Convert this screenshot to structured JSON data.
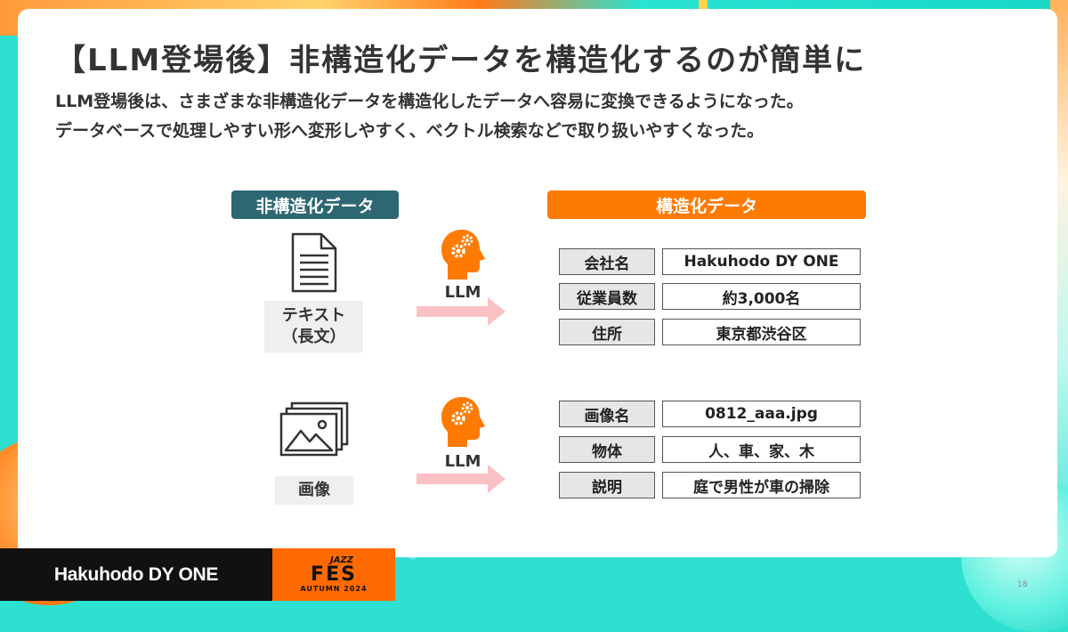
{
  "slide": {
    "title": "【LLM登場後】非構造化データを構造化するのが簡単に",
    "subtitle_line1": "LLM登場後は、さまざまな非構造化データを構造化したデータへ容易に変換できるようになった。",
    "subtitle_line2": "データベースで処理しやすい形へ変形しやすく、ベクトル検索などで取り扱いやすくなった。",
    "page_number": "18"
  },
  "headers": {
    "unstructured": "非構造化データ",
    "structured": "構造化データ"
  },
  "sources": {
    "text_line1": "テキスト",
    "text_line2": "（長文）",
    "image": "画像"
  },
  "llm_label": "LLM",
  "icons": {
    "document": "document-icon",
    "image": "image-icon",
    "llm": "brain-gears-icon",
    "arrow": "arrow-right-icon"
  },
  "table_text": [
    {
      "key": "会社名",
      "value": "Hakuhodo DY ONE"
    },
    {
      "key": "従業員数",
      "value": "約3,000名"
    },
    {
      "key": "住所",
      "value": "東京都渋谷区"
    }
  ],
  "table_image": [
    {
      "key": "画像名",
      "value": "0812_aaa.jpg"
    },
    {
      "key": "物体",
      "value": "人、車、家、木"
    },
    {
      "key": "説明",
      "value": "庭で男性が車の掃除"
    }
  ],
  "footer": {
    "brand": "Hakuhodo DY ONE",
    "fes_jazz": "JAZZ",
    "fes_main": "FES",
    "fes_sub": "AUTUMN 2024"
  },
  "colors": {
    "header_unstructured": "#2c6772",
    "header_structured": "#ff7a00",
    "llm_icon": "#ff7a00",
    "arrow": "#f9c1c4"
  }
}
